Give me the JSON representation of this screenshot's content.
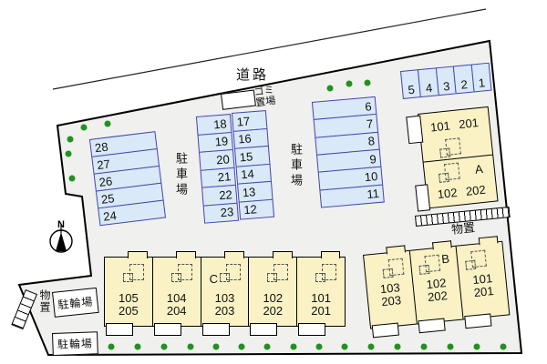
{
  "colors": {
    "site_fill": "#f0f0ee",
    "outline": "#000000",
    "parking_fill": "#d9e9f7",
    "parking_border": "#4545b0",
    "building_fill": "#faf2c4",
    "shrub_green": "#22921f"
  },
  "road": {
    "label": "道路"
  },
  "garbage_area": {
    "line1": "ゴミ",
    "line2": "置場"
  },
  "compass": {
    "north": "N"
  },
  "parking": {
    "label": "駐車場",
    "left_column": [
      "28",
      "27",
      "26",
      "25",
      "24"
    ],
    "mid_left_column": [
      "18",
      "19",
      "20",
      "21",
      "22",
      "23"
    ],
    "mid_right_column": [
      "17",
      "16",
      "15",
      "14",
      "13",
      "12"
    ],
    "right_column": [
      "6",
      "7",
      "8",
      "9",
      "10",
      "11"
    ],
    "top_row": [
      "5",
      "4",
      "3",
      "2",
      "1"
    ]
  },
  "storage": {
    "label": "物置"
  },
  "bicycle": {
    "label": "駐輪場"
  },
  "buildings": {
    "a": {
      "label": "A",
      "floor1": "101 201",
      "floor2": "102 202"
    },
    "b": {
      "label": "B",
      "units": [
        "103\n203",
        "102\n202",
        "101\n201"
      ]
    },
    "c": {
      "label": "C",
      "units": [
        "105\n205",
        "104\n204",
        "103\n203",
        "102\n202",
        "101\n201"
      ]
    }
  }
}
